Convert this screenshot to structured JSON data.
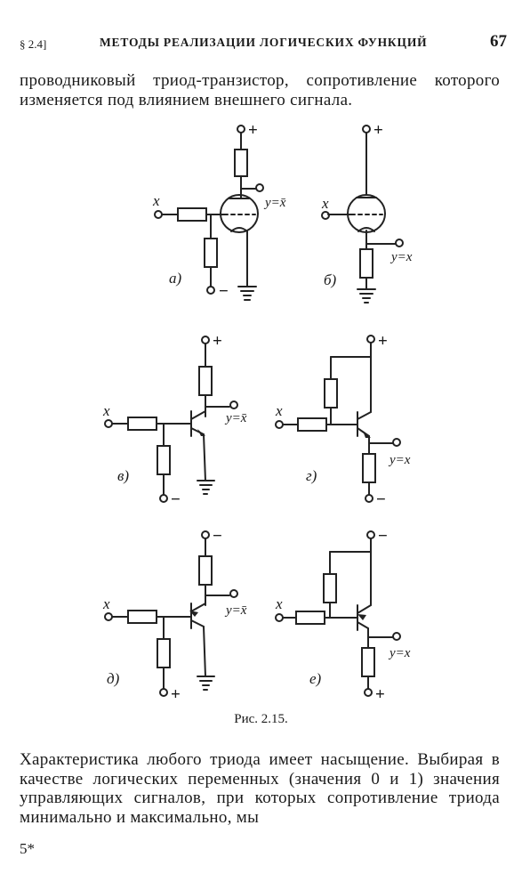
{
  "header": {
    "section": "§ 2.4]",
    "running_title": "МЕТОДЫ РЕАЛИЗАЦИИ ЛОГИЧЕСКИХ ФУНКЦИЙ",
    "page_number": "67"
  },
  "paragraph_top": "проводниковый триод-транзистор, сопротивление которого изменяется под влиянием внешнего сигнала.",
  "figure": {
    "input_label": "x",
    "output_inverted": "y=x̄",
    "output_direct": "y=x",
    "plus": "+",
    "minus": "−",
    "subfig_labels": [
      "а)",
      "б)",
      "в)",
      "г)",
      "д)",
      "е)"
    ],
    "caption": "Рис. 2.15."
  },
  "paragraph_bottom": "Характеристика любого триода имеет насыщение. Выбирая в качестве логических переменных (значения 0 и 1) значения управляющих сигналов, при которых сопротивление триода минимально и максимально, мы",
  "footer": "5*"
}
